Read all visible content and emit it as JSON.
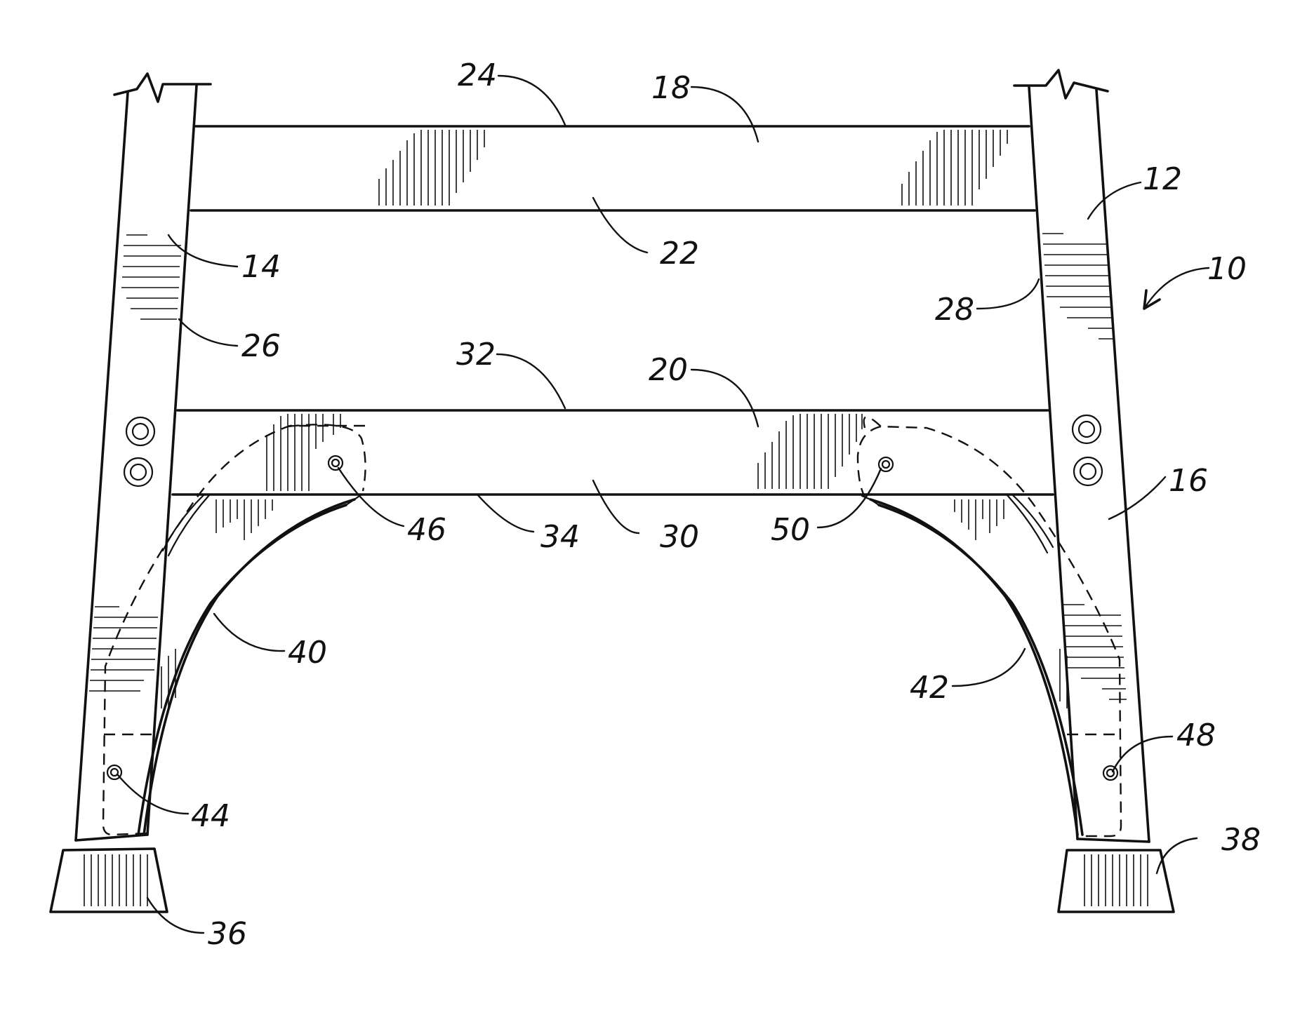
{
  "figure": {
    "labels": {
      "l10": "10",
      "l12": "12",
      "l14": "14",
      "l16": "16",
      "l18": "18",
      "l20": "20",
      "l22": "22",
      "l24": "24",
      "l26": "26",
      "l28": "28",
      "l30": "30",
      "l32": "32",
      "l34": "34",
      "l36": "36",
      "l38": "38",
      "l40": "40",
      "l42": "42",
      "l44": "44",
      "l46": "46",
      "l48": "48",
      "l50": "50"
    }
  }
}
